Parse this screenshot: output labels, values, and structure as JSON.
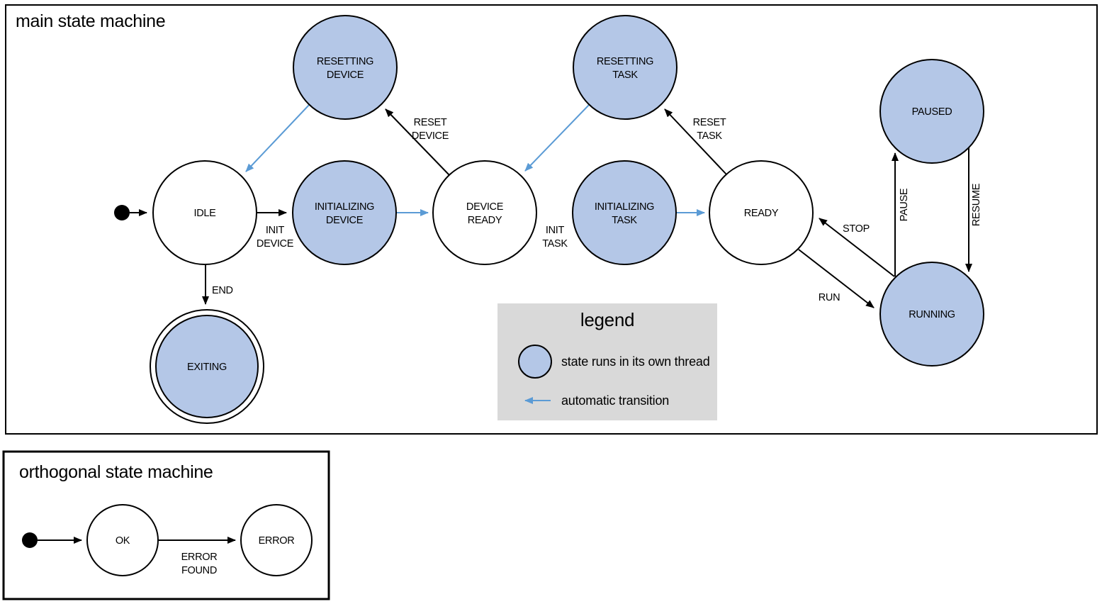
{
  "colors": {
    "state_thread_fill": "#b4c7e7",
    "auto_transition_blue": "#5b9bd5",
    "legend_background": "#d9d9d9",
    "stroke_black": "#000000"
  },
  "main": {
    "title": "main state machine",
    "states": {
      "idle": {
        "label": "IDLE"
      },
      "resetting_device": {
        "line1": "RESETTING",
        "line2": "DEVICE"
      },
      "initializing_device": {
        "line1": "INITIALIZING",
        "line2": "DEVICE"
      },
      "device_ready": {
        "line1": "DEVICE",
        "line2": "READY"
      },
      "resetting_task": {
        "line1": "RESETTING",
        "line2": "TASK"
      },
      "initializing_task": {
        "line1": "INITIALIZING",
        "line2": "TASK"
      },
      "ready": {
        "label": "READY"
      },
      "paused": {
        "label": "PAUSED"
      },
      "running": {
        "label": "RUNNING"
      },
      "exiting": {
        "label": "EXITING"
      }
    },
    "transitions": {
      "init_device": {
        "line1": "INIT",
        "line2": "DEVICE"
      },
      "reset_device": {
        "line1": "RESET",
        "line2": "DEVICE"
      },
      "init_task": {
        "line1": "INIT",
        "line2": "TASK"
      },
      "reset_task": {
        "line1": "RESET",
        "line2": "TASK"
      },
      "end": {
        "label": "END"
      },
      "run": {
        "label": "RUN"
      },
      "stop": {
        "label": "STOP"
      },
      "pause": {
        "label": "PAUSE"
      },
      "resume": {
        "label": "RESUME"
      }
    }
  },
  "legend": {
    "title": "legend",
    "thread_item": "state runs in its own thread",
    "auto_item": "automatic transition"
  },
  "orthogonal": {
    "title": "orthogonal state machine",
    "states": {
      "ok": {
        "label": "OK"
      },
      "error": {
        "label": "ERROR"
      }
    },
    "transitions": {
      "error_found": {
        "line1": "ERROR",
        "line2": "FOUND"
      }
    }
  }
}
